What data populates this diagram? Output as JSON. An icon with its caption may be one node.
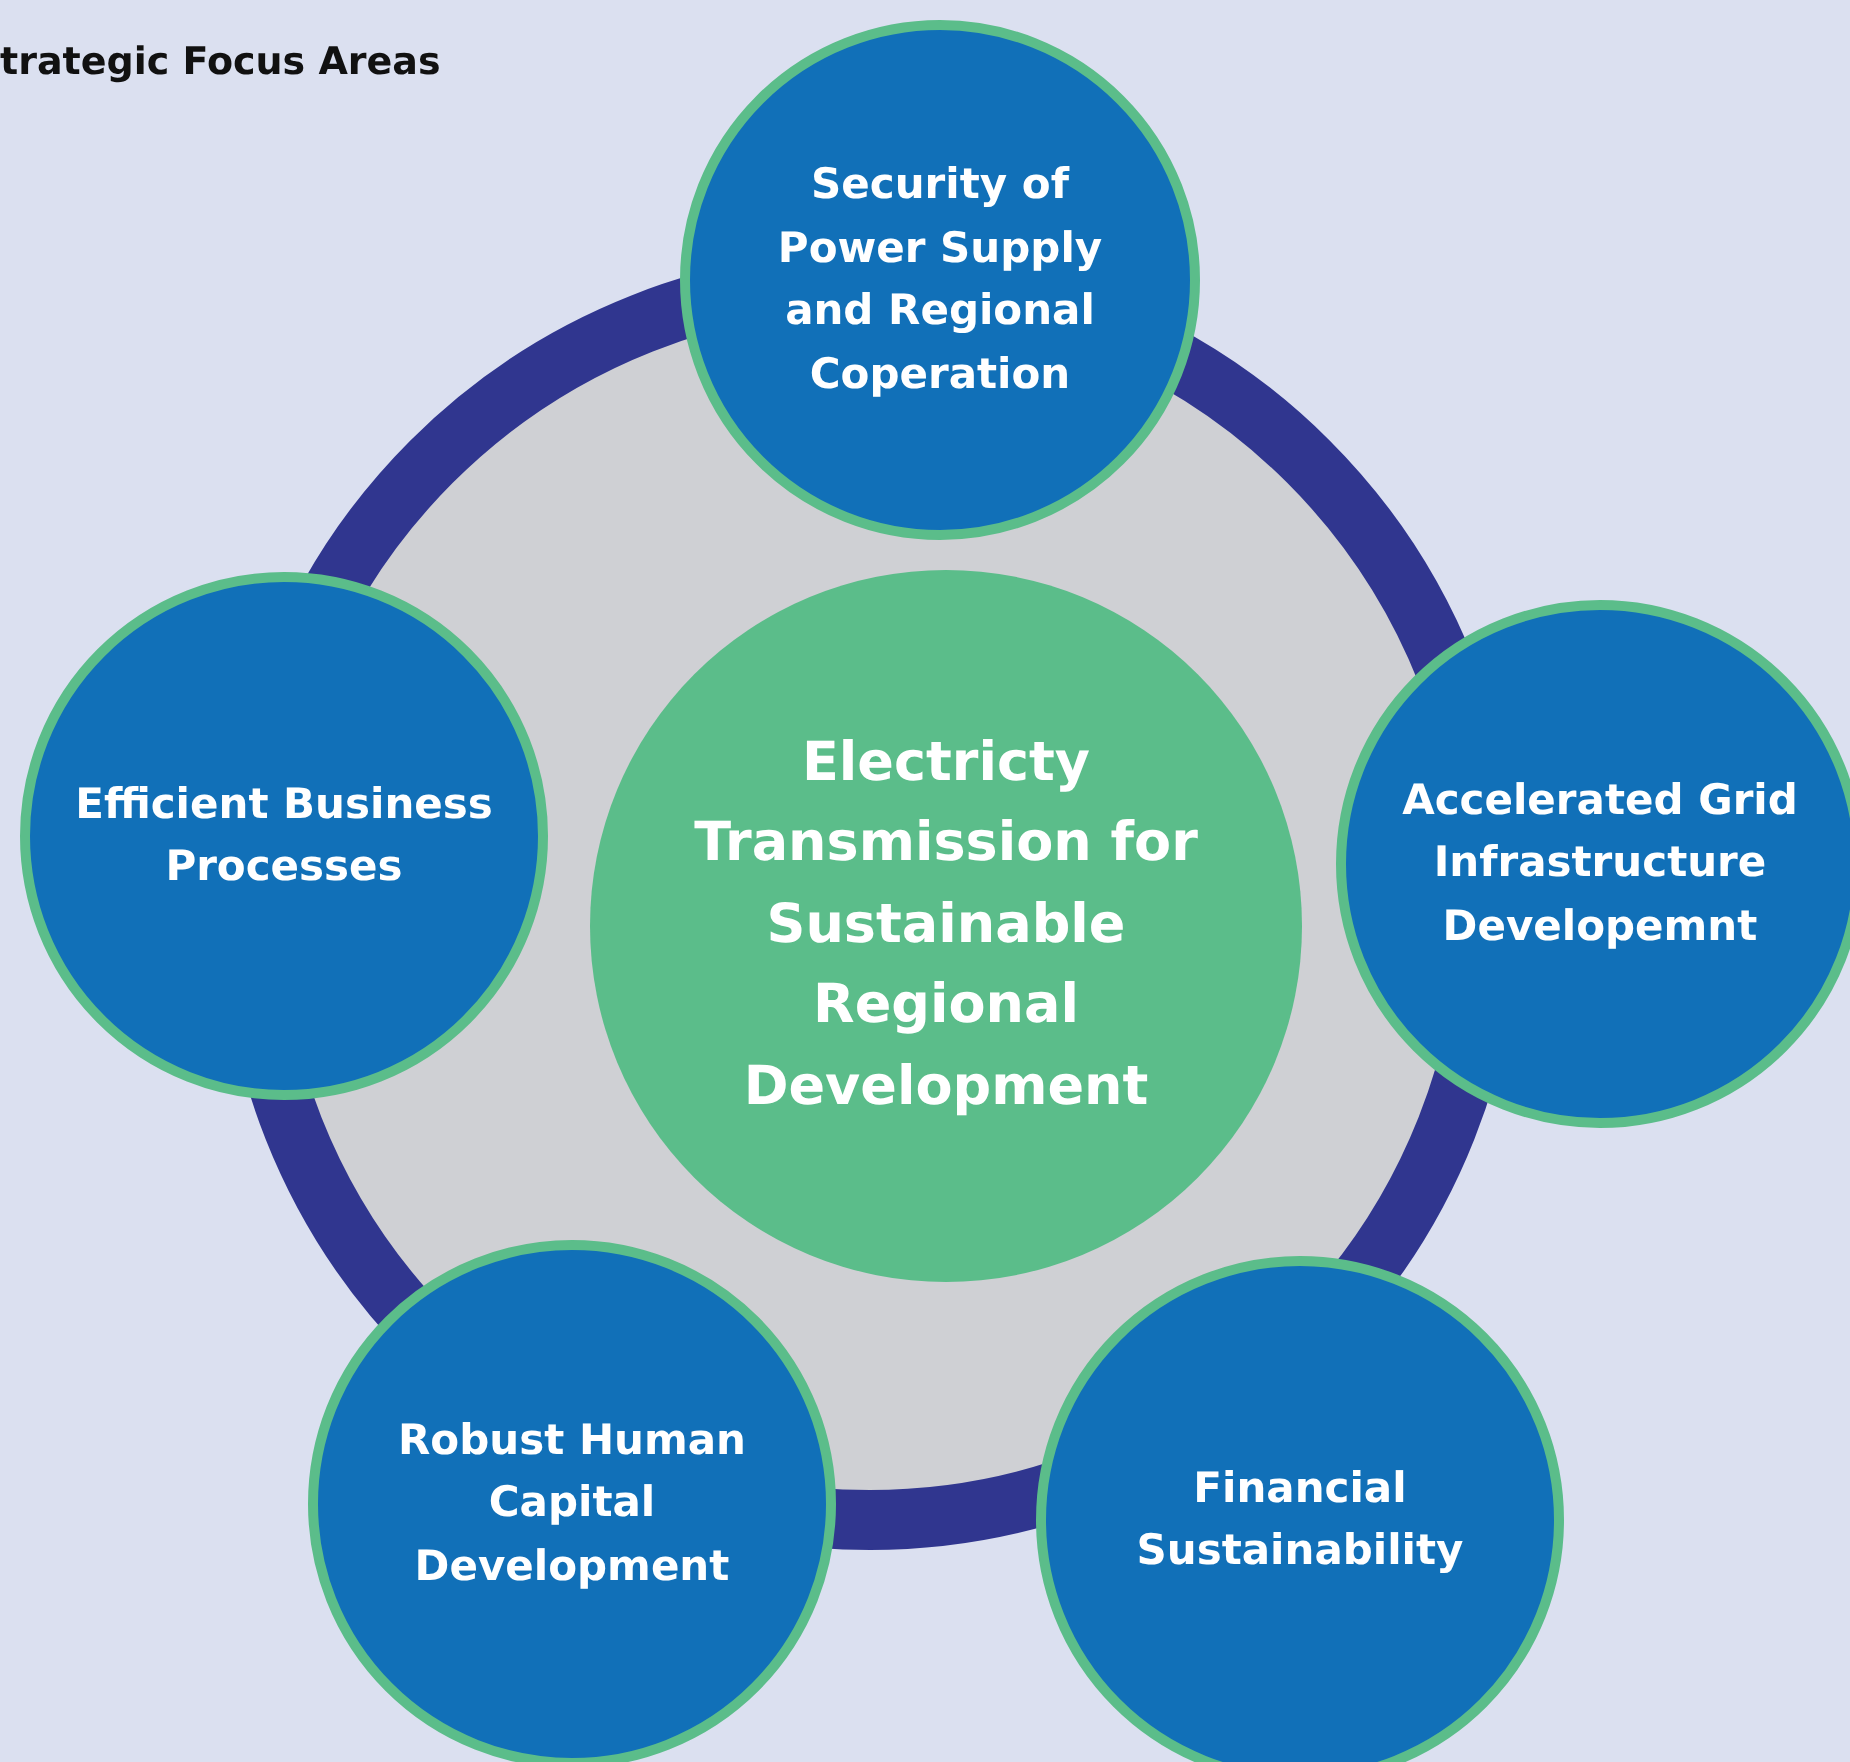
{
  "diagram": {
    "title": "trategic Focus Areas",
    "nodes": [
      {
        "text": [
          "Security of Power Supply and Regional Coperation"
        ]
      },
      {
        "text": [
          "Efficient Business Processes"
        ]
      },
      {
        "text": [
          "Electricty Transmission for Sustainable Regional Development"
        ]
      },
      {
        "text": [
          "Accelerated Grid Infrastructure Developemnt"
        ]
      },
      {
        "text": [
          "Robust Human Capital Development"
        ]
      },
      {
        "text": [
          "Financial Sustainability"
        ]
      }
    ]
  }
}
